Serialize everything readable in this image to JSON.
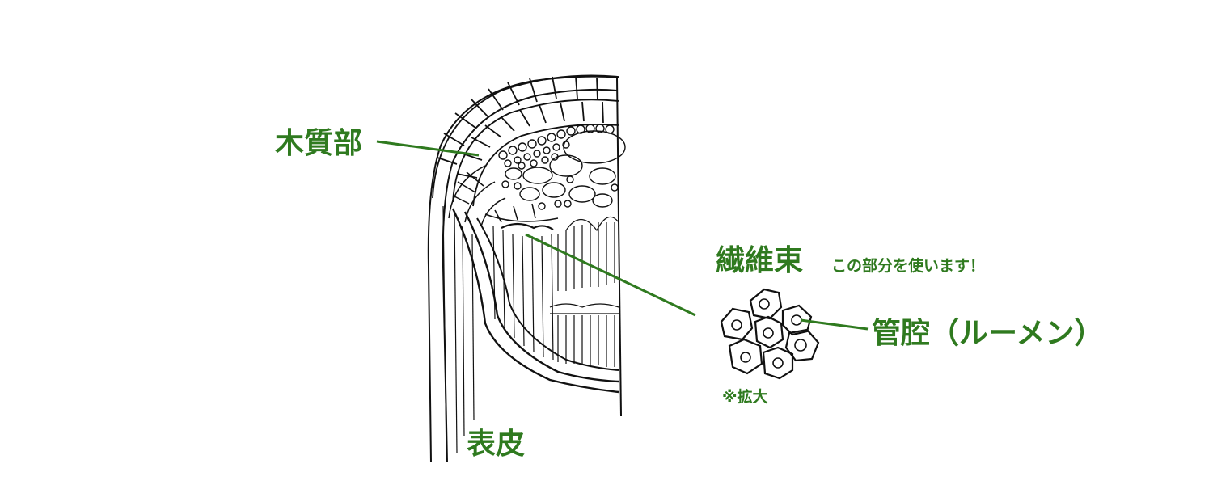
{
  "labels": {
    "xylem": "木質部",
    "fiber_bundle": "繊維束",
    "note": "この部分を使います！",
    "lumen": "管腔（ルーメン）",
    "magnified": "※拡大",
    "epidermis": "表皮"
  },
  "colors": {
    "label": "#2f7a1f",
    "line": "#2f7a1f",
    "ink": "#111111"
  }
}
